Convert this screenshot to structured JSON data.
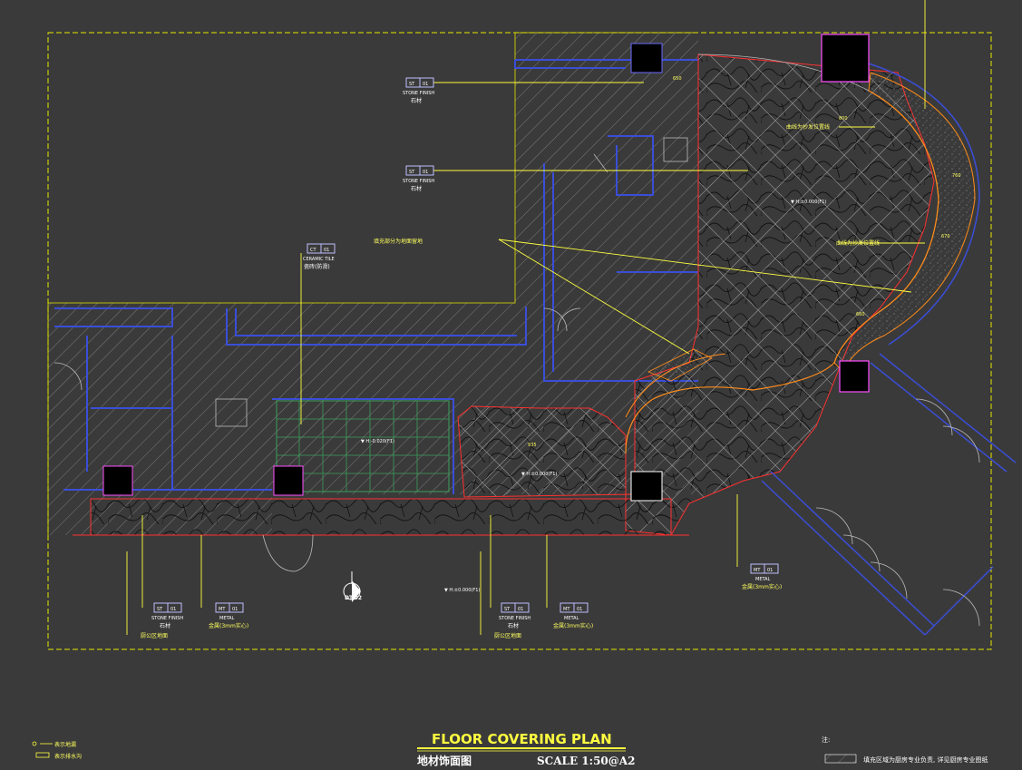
{
  "drawing": {
    "title_en": "FLOOR   COVERING PLAN",
    "title_cn": "地材饰面图",
    "scale": "SCALE   1:50@A2"
  },
  "tags": {
    "st01": {
      "code": "ST",
      "num": "01",
      "en": "STONE FINISH",
      "cn": "石材"
    },
    "ct01": {
      "code": "CT",
      "num": "01",
      "en": "CERAMIC TILE",
      "cn": "瓷砖(防滑)"
    },
    "mt01": {
      "code": "MT",
      "num": "01",
      "en": "METAL",
      "cn": "金属(3mm实心)"
    },
    "mt01b": {
      "code": "MT",
      "num": "01",
      "en": "METAL",
      "cn": "金属(3mm实心)"
    }
  },
  "annotations": {
    "shaded_note": "填充部分为地面留地",
    "curve_note_1": "曲线为抄发位置线",
    "curve_note_2": "曲线为抄发位置线",
    "office_floor_1": "厨公区地面",
    "office_floor_2": "厨公区地面",
    "level_1": "▼ H:±0.000(F1)",
    "level_2": "▼ H:-0.020(F1)",
    "level_3": "▼ H:±0.000(F1)",
    "level_4": "▼ H:±0.000(F1)",
    "dim_650": "650",
    "dim_800": "800",
    "dim_760": "760",
    "dim_670": "670",
    "dim_660": "660",
    "dim_935": "935",
    "section_mark": "DT-02"
  },
  "legend": {
    "item_1": "表示地漏",
    "item_2": "表示排水沟",
    "note_label": "注:",
    "note_text": "填充区域为厨房专业负责, 详见厨房专业图纸"
  }
}
